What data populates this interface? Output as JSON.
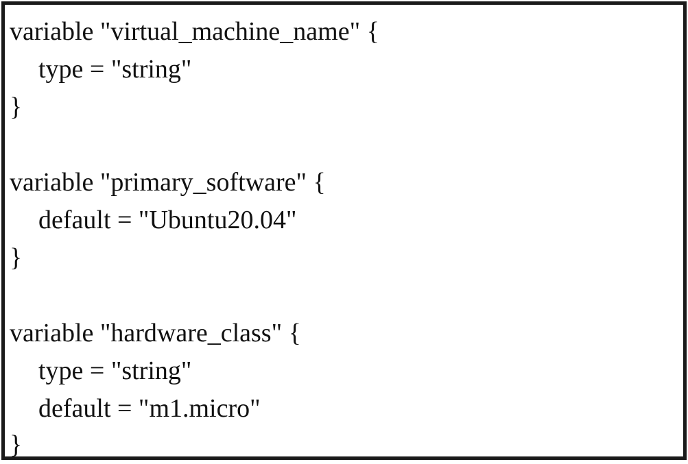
{
  "code": {
    "lines": [
      {
        "text": "variable \"virtual_machine_name\" {",
        "indent": 0
      },
      {
        "text": "type = \"string\"",
        "indent": 1
      },
      {
        "text": "}",
        "indent": 0
      },
      {
        "text": "",
        "indent": 0
      },
      {
        "text": "variable \"primary_software\" {",
        "indent": 0
      },
      {
        "text": "default = \"Ubuntu20.04\"",
        "indent": 1
      },
      {
        "text": "}",
        "indent": 0
      },
      {
        "text": "",
        "indent": 0
      },
      {
        "text": "variable \"hardware_class\" {",
        "indent": 0
      },
      {
        "text": "type = \"string\"",
        "indent": 1
      },
      {
        "text": "default = \"m1.micro\"",
        "indent": 1
      },
      {
        "text": "}",
        "indent": 0
      }
    ]
  }
}
